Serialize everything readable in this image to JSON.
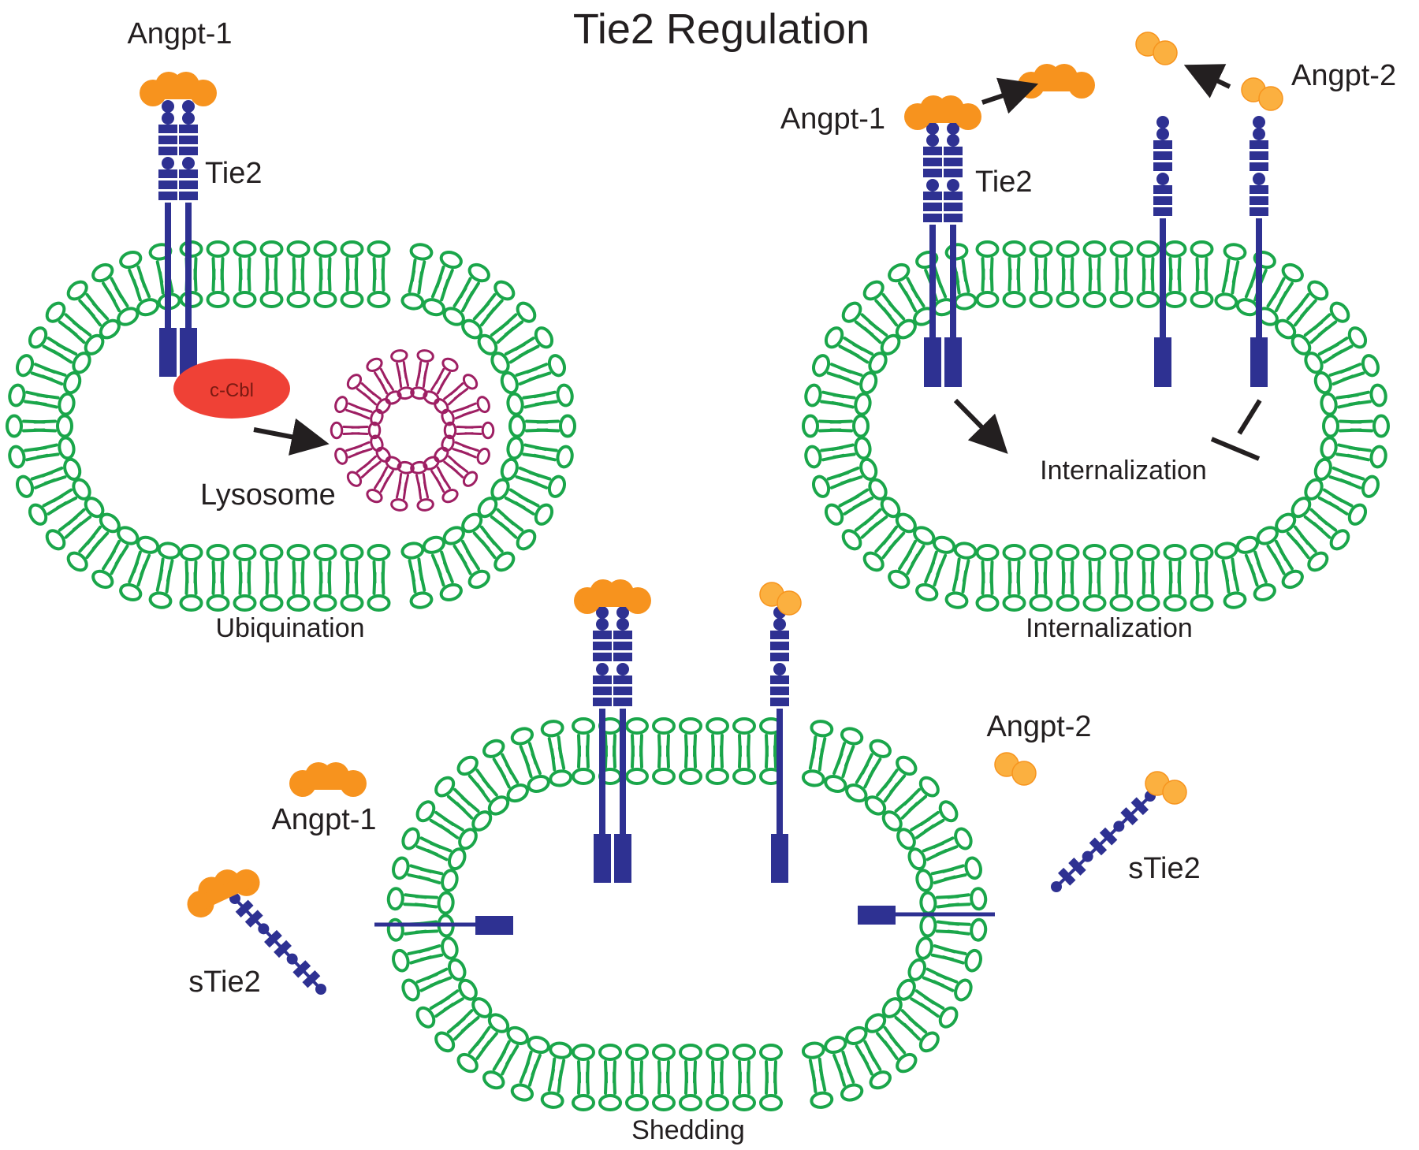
{
  "title": "Tie2 Regulation",
  "panels": {
    "ubiquination": {
      "caption": "Ubiquination",
      "angpt1_label": "Angpt-1",
      "tie2_label": "Tie2",
      "ccbl_label": "c-Cbl",
      "lysosome_label": "Lysosome"
    },
    "internalization": {
      "caption": "Internalization",
      "angpt1_label": "Angpt-1",
      "angpt2_label": "Angpt-2",
      "tie2_label": "Tie2",
      "process_label": "Internalization"
    },
    "shedding": {
      "caption": "Shedding",
      "angpt1_label": "Angpt-1",
      "angpt2_label": "Angpt-2",
      "stie2_left_label": "sTie2",
      "stie2_right_label": "sTie2"
    }
  },
  "colors": {
    "membrane": "#1aa64a",
    "receptor": "#2e3192",
    "angpt1": "#f7931e",
    "angpt2": "#fbb040",
    "ccbl": "#ef4136",
    "lysosome": "#9e1f63",
    "text": "#231f20"
  }
}
